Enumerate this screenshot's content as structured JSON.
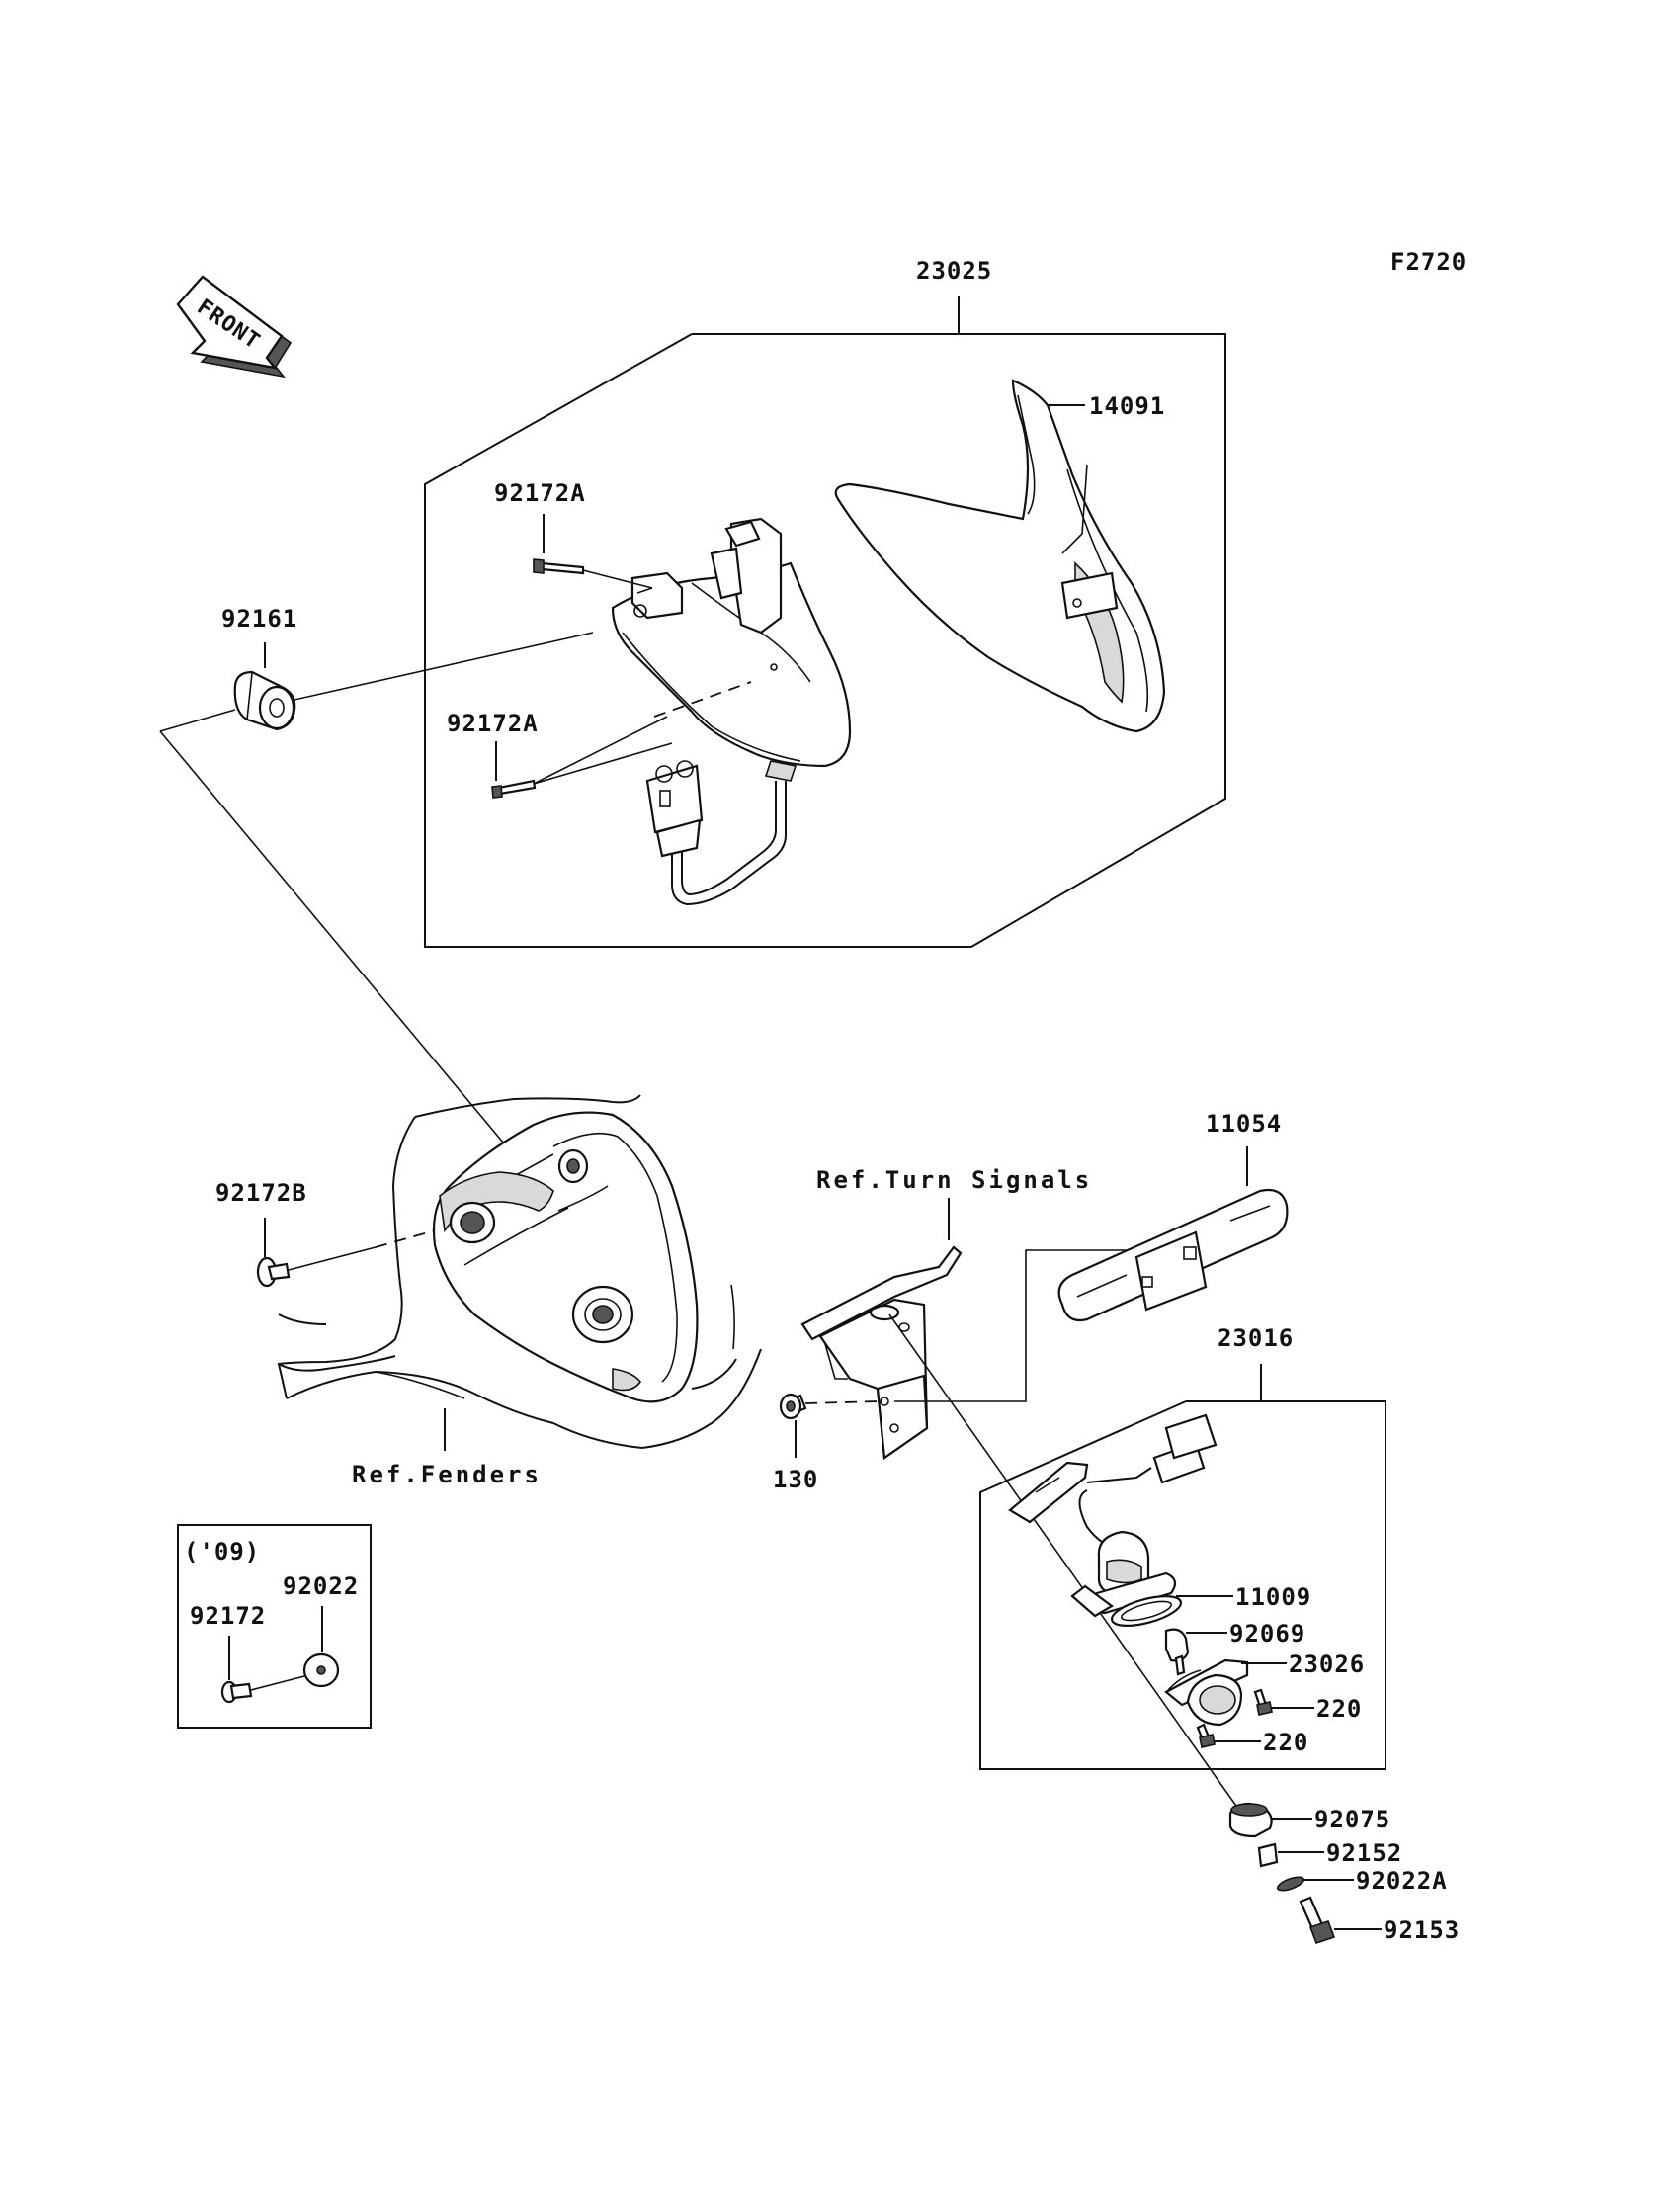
{
  "figure_code": "F2720",
  "front_arrow_label": "FRONT",
  "parts": {
    "p23025": "23025",
    "p14091": "14091",
    "p92172A_top": "92172A",
    "p92172A_bottom": "92172A",
    "p92161": "92161",
    "p92172B": "92172B",
    "p11054": "11054",
    "p23016": "23016",
    "p130": "130",
    "p11009": "11009",
    "p92069": "92069",
    "p23026": "23026",
    "p220_a": "220",
    "p220_b": "220",
    "p92075": "92075",
    "p92152": "92152",
    "p92022A": "92022A",
    "p92153": "92153",
    "p92172": "92172",
    "p92022": "92022"
  },
  "references": {
    "turn_signals": "Ref.Turn Signals",
    "fenders": "Ref.Fenders"
  },
  "inset_year": "('09)"
}
